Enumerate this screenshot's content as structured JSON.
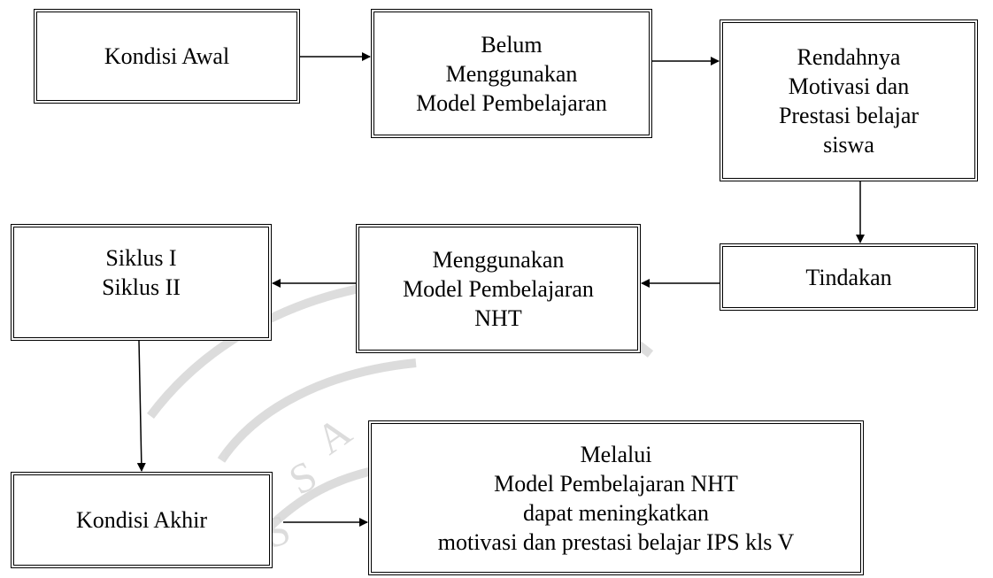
{
  "nodes": {
    "kondisi_awal": {
      "lines": [
        "Kondisi Awal"
      ]
    },
    "belum": {
      "lines": [
        "Belum",
        "Menggunakan",
        "Model Pembelajaran"
      ]
    },
    "rendahnya": {
      "lines": [
        "Rendahnya",
        "Motivasi dan",
        "Prestasi belajar",
        "siswa"
      ]
    },
    "siklus": {
      "lines": [
        "Siklus I",
        "Siklus II"
      ]
    },
    "menggunakan": {
      "lines": [
        "Menggunakan",
        "Model Pembelajaran",
        "NHT"
      ]
    },
    "tindakan": {
      "lines": [
        "Tindakan"
      ]
    },
    "kondisi_akhir": {
      "lines": [
        "Kondisi Akhir"
      ]
    },
    "melalui": {
      "lines": [
        "Melalui",
        "Model Pembelajaran NHT",
        "dapat meningkatkan",
        "motivasi dan prestasi belajar IPS kls V"
      ]
    }
  },
  "edges": [
    {
      "from": "kondisi_awal",
      "to": "belum"
    },
    {
      "from": "belum",
      "to": "rendahnya"
    },
    {
      "from": "rendahnya",
      "to": "tindakan"
    },
    {
      "from": "tindakan",
      "to": "menggunakan"
    },
    {
      "from": "menggunakan",
      "to": "siklus"
    },
    {
      "from": "siklus",
      "to": "kondisi_akhir"
    },
    {
      "from": "kondisi_akhir",
      "to": "melalui"
    }
  ],
  "colors": {
    "line": "#000000",
    "box_fill": "#ffffff",
    "watermark": "#c8c8c8"
  }
}
